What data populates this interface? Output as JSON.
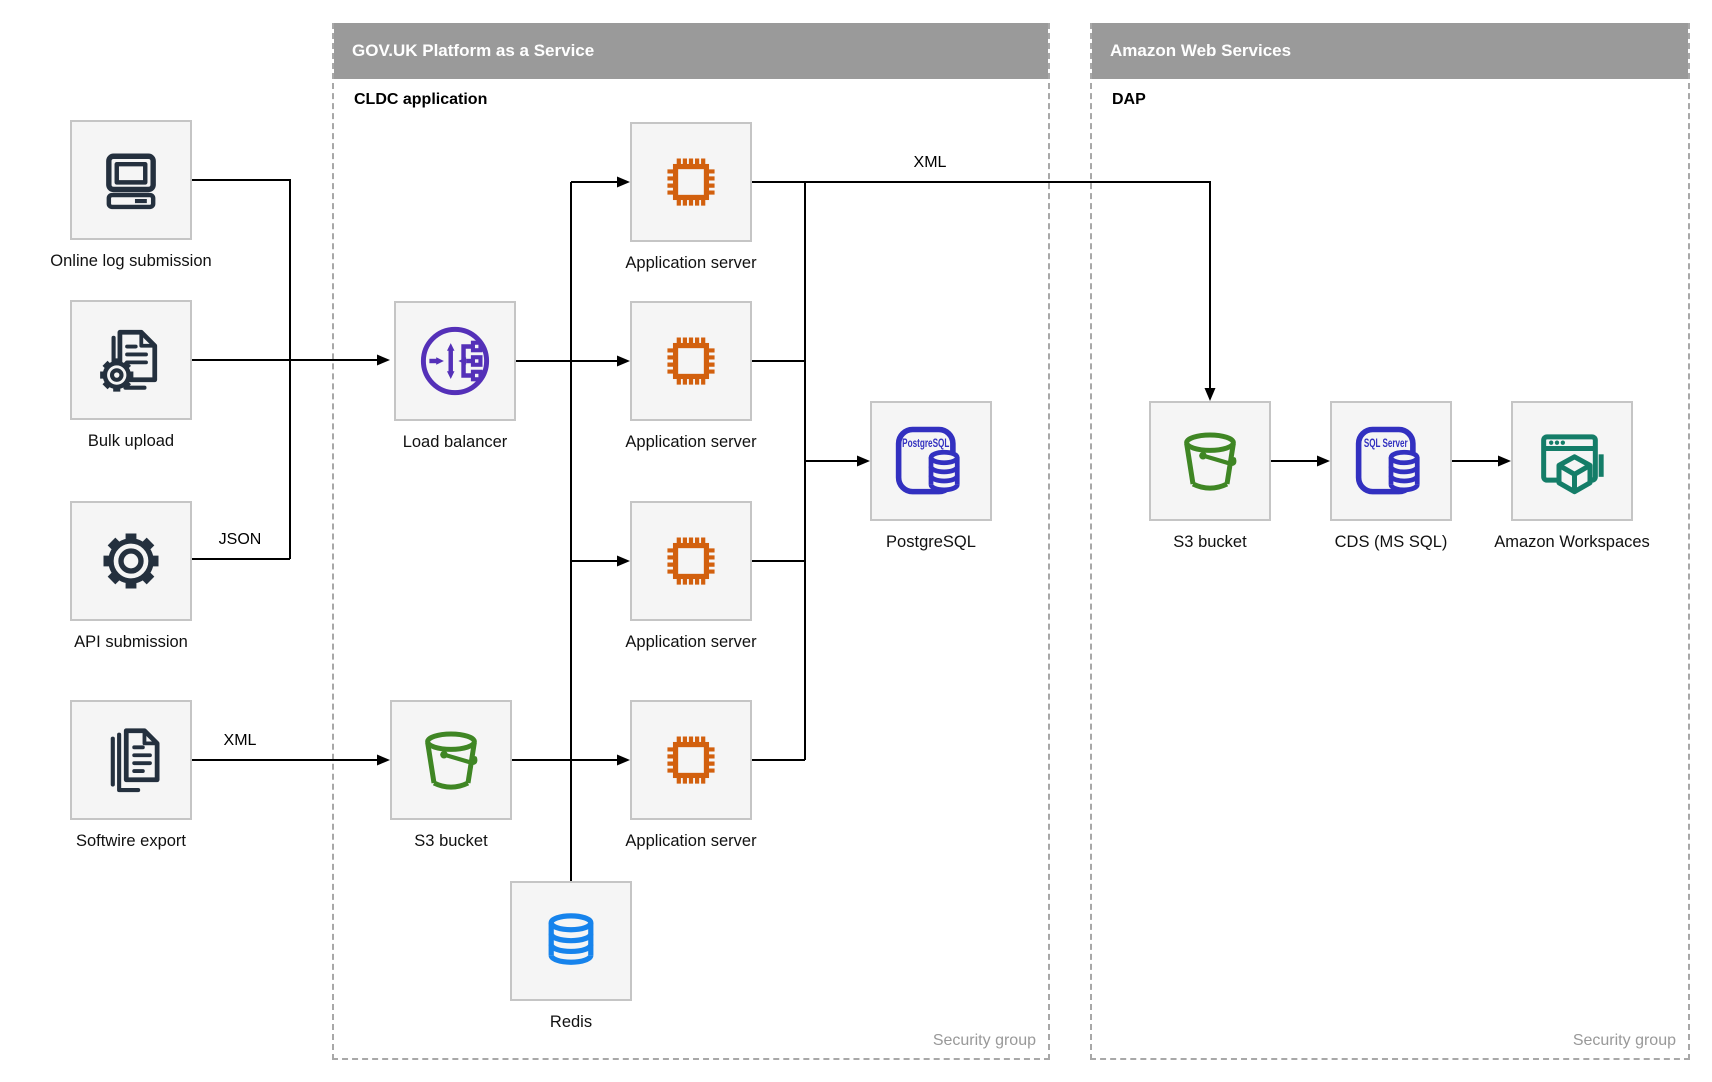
{
  "containers": {
    "govuk": {
      "title": "GOV.UK Platform as a Service",
      "sublabel": "CLDC application",
      "footer": "Security group"
    },
    "aws": {
      "title": "Amazon Web Services",
      "sublabel": "DAP",
      "footer": "Security group"
    }
  },
  "nodes": {
    "online_log": {
      "label": "Online log submission",
      "icon": "computer-icon"
    },
    "bulk_upload": {
      "label": "Bulk upload",
      "icon": "document-gear-icon"
    },
    "api_submission": {
      "label": "API submission",
      "icon": "gear-icon"
    },
    "softwire_export": {
      "label": "Softwire export",
      "icon": "documents-stack-icon"
    },
    "load_balancer": {
      "label": "Load balancer",
      "icon": "load-balancer-icon"
    },
    "app_server_1": {
      "label": "Application server",
      "icon": "chip-icon"
    },
    "app_server_2": {
      "label": "Application server",
      "icon": "chip-icon"
    },
    "app_server_3": {
      "label": "Application server",
      "icon": "chip-icon"
    },
    "app_server_4": {
      "label": "Application server",
      "icon": "chip-icon"
    },
    "postgresql": {
      "label": "PostgreSQL",
      "badge": "PostgreSQL",
      "icon": "postgresql-icon"
    },
    "s3_govuk": {
      "label": "S3 bucket",
      "icon": "bucket-icon"
    },
    "redis": {
      "label": "Redis",
      "icon": "database-icon"
    },
    "s3_aws": {
      "label": "S3 bucket",
      "icon": "bucket-icon"
    },
    "cds": {
      "label": "CDS (MS SQL)",
      "badge": "SQL Server",
      "icon": "sql-server-icon"
    },
    "workspaces": {
      "label": "Amazon Workspaces",
      "icon": "workspaces-icon"
    }
  },
  "edge_labels": {
    "json": "JSON",
    "xml_softwire": "XML",
    "xml_export": "XML"
  },
  "colors": {
    "header-bg": "#9a9a9a",
    "header-text": "#ffffff",
    "dash-border": "#a8a8a8",
    "box-bg": "#f5f5f5",
    "box-border": "#c5c5c5",
    "line": "#000000",
    "muted-text": "#999999",
    "navy": "#24303e",
    "purple": "#5430b8",
    "orange": "#d2600e",
    "green": "#3f8624",
    "indigo": "#3230c0",
    "blue": "#1683ec",
    "teal": "#147d68"
  }
}
